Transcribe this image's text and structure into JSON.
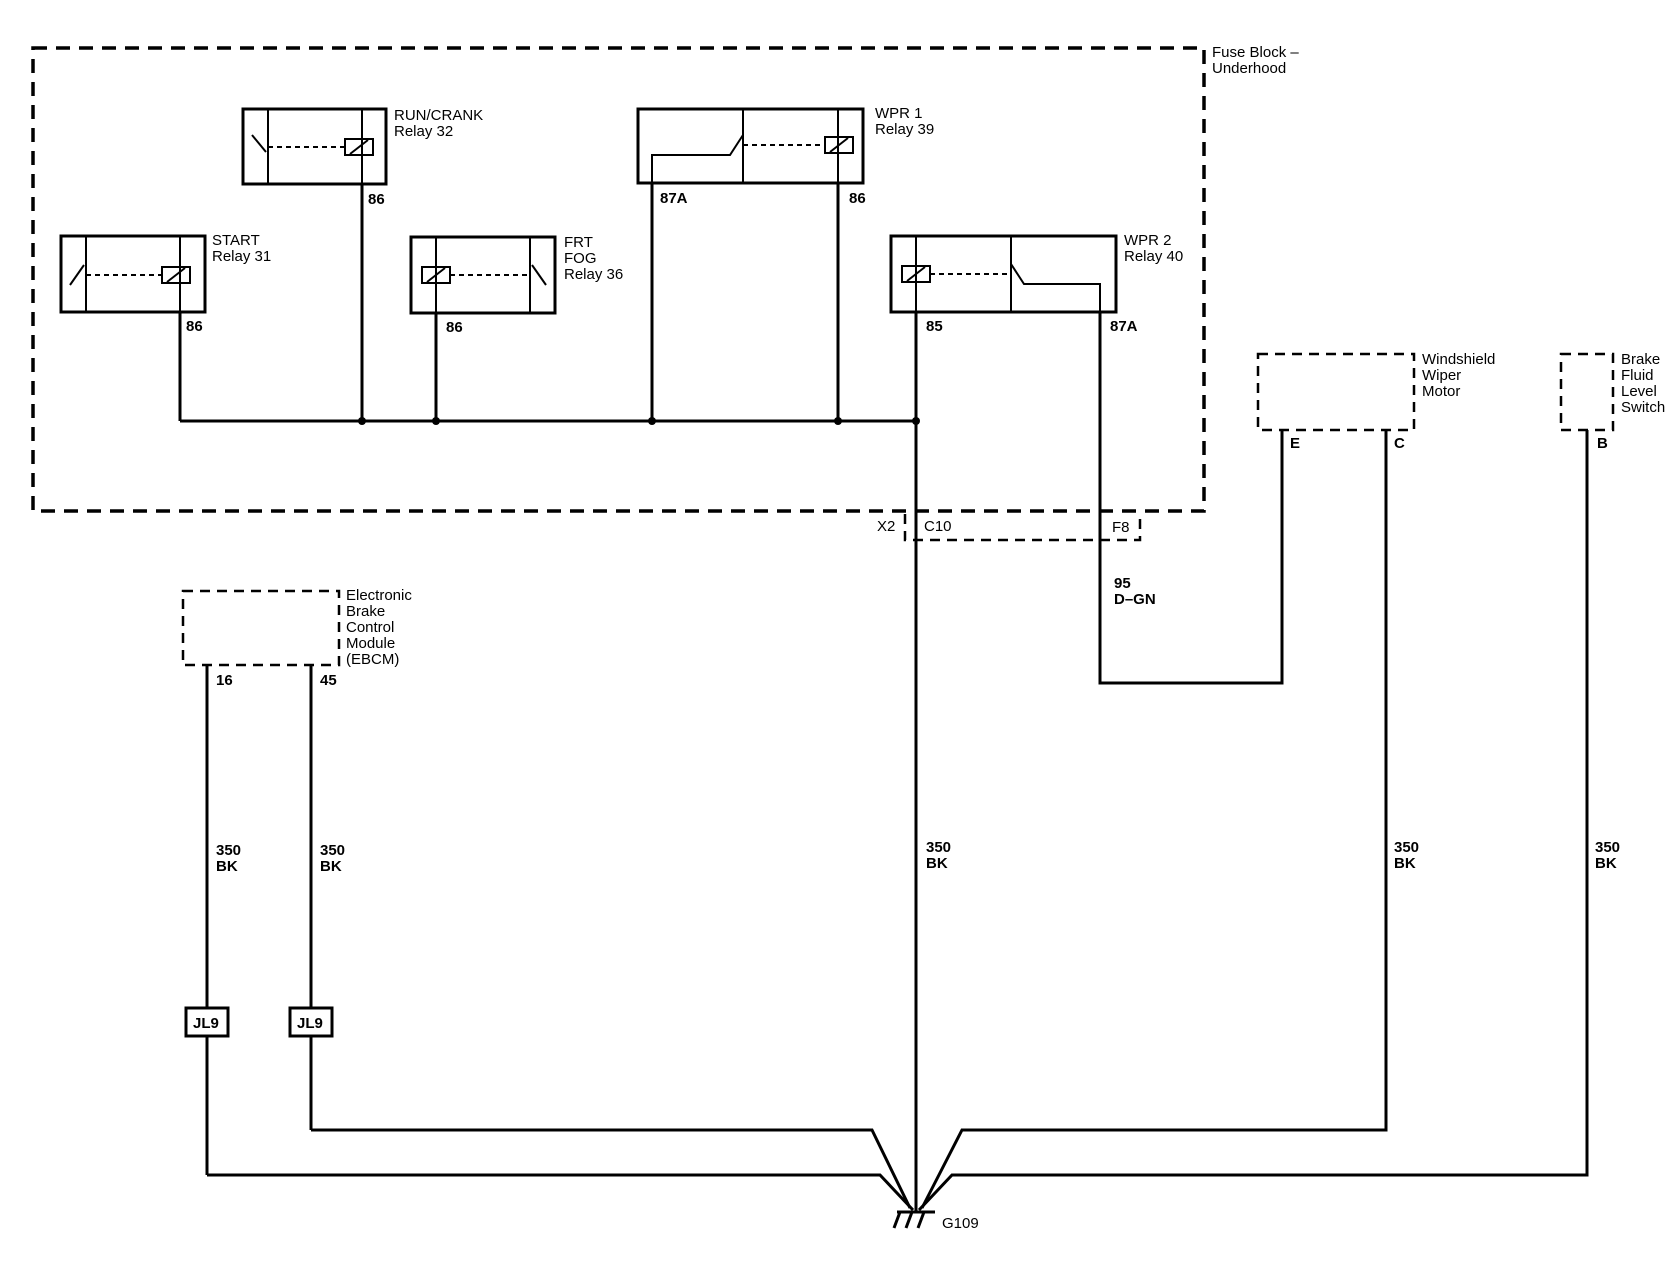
{
  "fuse_block": {
    "line1": "Fuse Block –",
    "line2": "Underhood"
  },
  "relays": {
    "run_crank": {
      "line1": "RUN/CRANK",
      "line2": "Relay 32",
      "pin": "86"
    },
    "wpr1": {
      "line1": "WPR 1",
      "line2": "Relay 39",
      "pin_left": "87A",
      "pin_right": "86"
    },
    "start": {
      "line1": "START",
      "line2": "Relay 31",
      "pin": "86"
    },
    "frt_fog": {
      "line1": "FRT",
      "line2": "FOG",
      "line3": "Relay 36",
      "pin": "86"
    },
    "wpr2": {
      "line1": "WPR 2",
      "line2": "Relay 40",
      "pin_left": "85",
      "pin_right": "87A"
    }
  },
  "connectors": {
    "x2": "X2",
    "c10": "C10",
    "f8": "F8"
  },
  "wire_95": {
    "circuit": "95",
    "color": "D–GN"
  },
  "wiper_motor": {
    "line1": "Windshield",
    "line2": "Wiper",
    "line3": "Motor",
    "pin_e": "E",
    "pin_c": "C"
  },
  "brake_switch": {
    "line1": "Brake",
    "line2": "Fluid",
    "line3": "Level",
    "line4": "Switch",
    "pin_b": "B"
  },
  "ebcm": {
    "line1": "Electronic",
    "line2": "Brake",
    "line3": "Control",
    "line4": "Module",
    "line5": "(EBCM)",
    "pin_16": "16",
    "pin_45": "45"
  },
  "ground_wires": [
    {
      "circuit": "350",
      "color": "BK"
    },
    {
      "circuit": "350",
      "color": "BK"
    },
    {
      "circuit": "350",
      "color": "BK"
    },
    {
      "circuit": "350",
      "color": "BK"
    },
    {
      "circuit": "350",
      "color": "BK"
    }
  ],
  "splices": [
    "JL9",
    "JL9"
  ],
  "ground": "G109"
}
